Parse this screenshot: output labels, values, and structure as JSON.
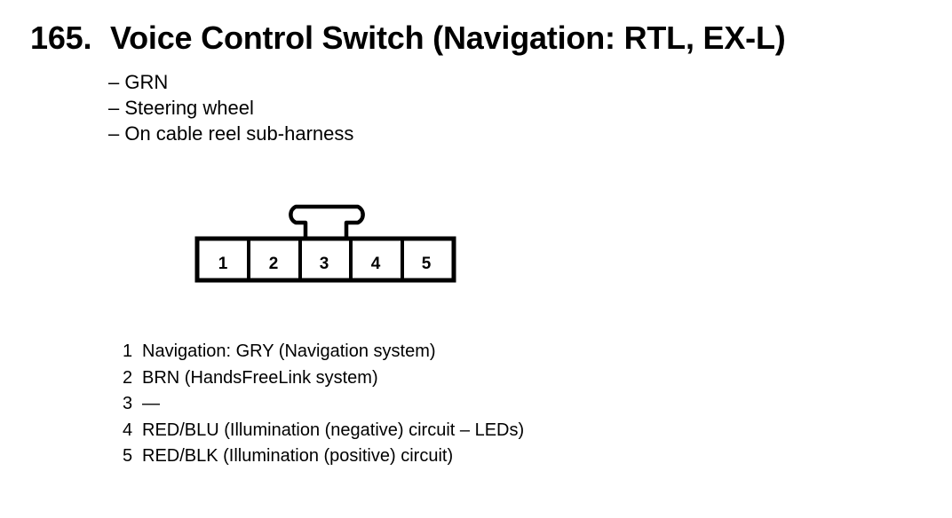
{
  "header": {
    "number": "165.",
    "title": "Voice Control Switch (Navigation: RTL, EX-L)"
  },
  "info": [
    "– GRN",
    "– Steering wheel",
    "– On cable reel sub-harness"
  ],
  "connector": {
    "cavities": [
      "1",
      "2",
      "3",
      "4",
      "5"
    ]
  },
  "pins": [
    {
      "num": "1",
      "desc": "Navigation: GRY (Navigation system)"
    },
    {
      "num": "2",
      "desc": "BRN (HandsFreeLink system)"
    },
    {
      "num": "3",
      "desc": "—"
    },
    {
      "num": "4",
      "desc": "RED/BLU (Illumination (negative) circuit – LEDs)"
    },
    {
      "num": "5",
      "desc": "RED/BLK (Illumination (positive) circuit)"
    }
  ]
}
